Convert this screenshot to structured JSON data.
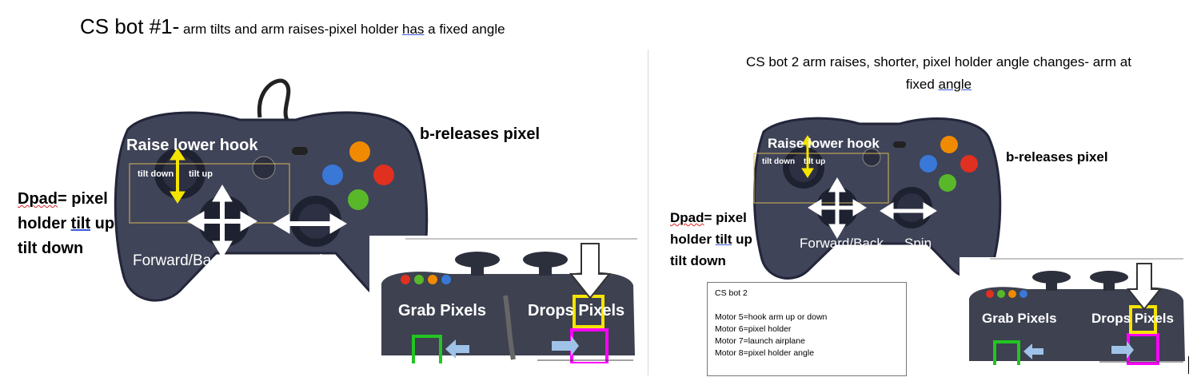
{
  "left": {
    "title_main": "CS bot #1-",
    "title_sub_a": " arm tilts and arm raises-pixel holder ",
    "title_sub_has": "has",
    "title_sub_b": " a fixed angle",
    "b_releases": "b-releases pixel",
    "raise_lower": "Raise lower hook",
    "tilt_down": "tilt down",
    "tilt_up": "tilt up",
    "dpad_word": "Dpad",
    "dpad_rest": "= pixel",
    "holder_word": "holder ",
    "tilt_word": "tilt",
    "up_word": " up",
    "tilt_down_line": "tilt down",
    "forward_back": "Forward/Back",
    "spin": "Spin",
    "grab": "Grab Pixels",
    "drops": "Drops Pixels"
  },
  "right": {
    "title_line1": "CS bot 2 arm raises, shorter, pixel holder angle  changes- arm at",
    "title_fixed": "fixed ",
    "title_angle": "angle",
    "b_releases": "b-releases pixel",
    "raise_lower": "Raise lower hook",
    "tilt_down": "tilt down",
    "tilt_up": "tilt up",
    "dpad_word": "Dpad",
    "dpad_rest": "= pixel",
    "holder_word": "holder ",
    "tilt_word": "tilt",
    "up_word": " up",
    "tilt_down_line": "tilt down",
    "forward_back": "Forward/Back",
    "spin": "Spin",
    "grab": "Grab Pixels",
    "drops": "Drops Pixels",
    "notes": {
      "heading": "CS bot 2",
      "lines": [
        "Motor 5=hook arm up or down",
        "Motor 6=pixel holder",
        "Motor 7=launch airplane",
        "Motor 8=pixel holder angle"
      ]
    }
  },
  "colors": {
    "controller_body": "#3f4458",
    "arrow_yellow": "#f5e400",
    "box_green": "#22c522",
    "box_yellow": "#f5e400",
    "box_magenta": "#ff00ff",
    "arrow_blue": "#9fc3e8",
    "button_orange": "#f08a00",
    "button_red": "#e03020",
    "button_blue": "#3a78d8",
    "button_green": "#58b82a"
  }
}
